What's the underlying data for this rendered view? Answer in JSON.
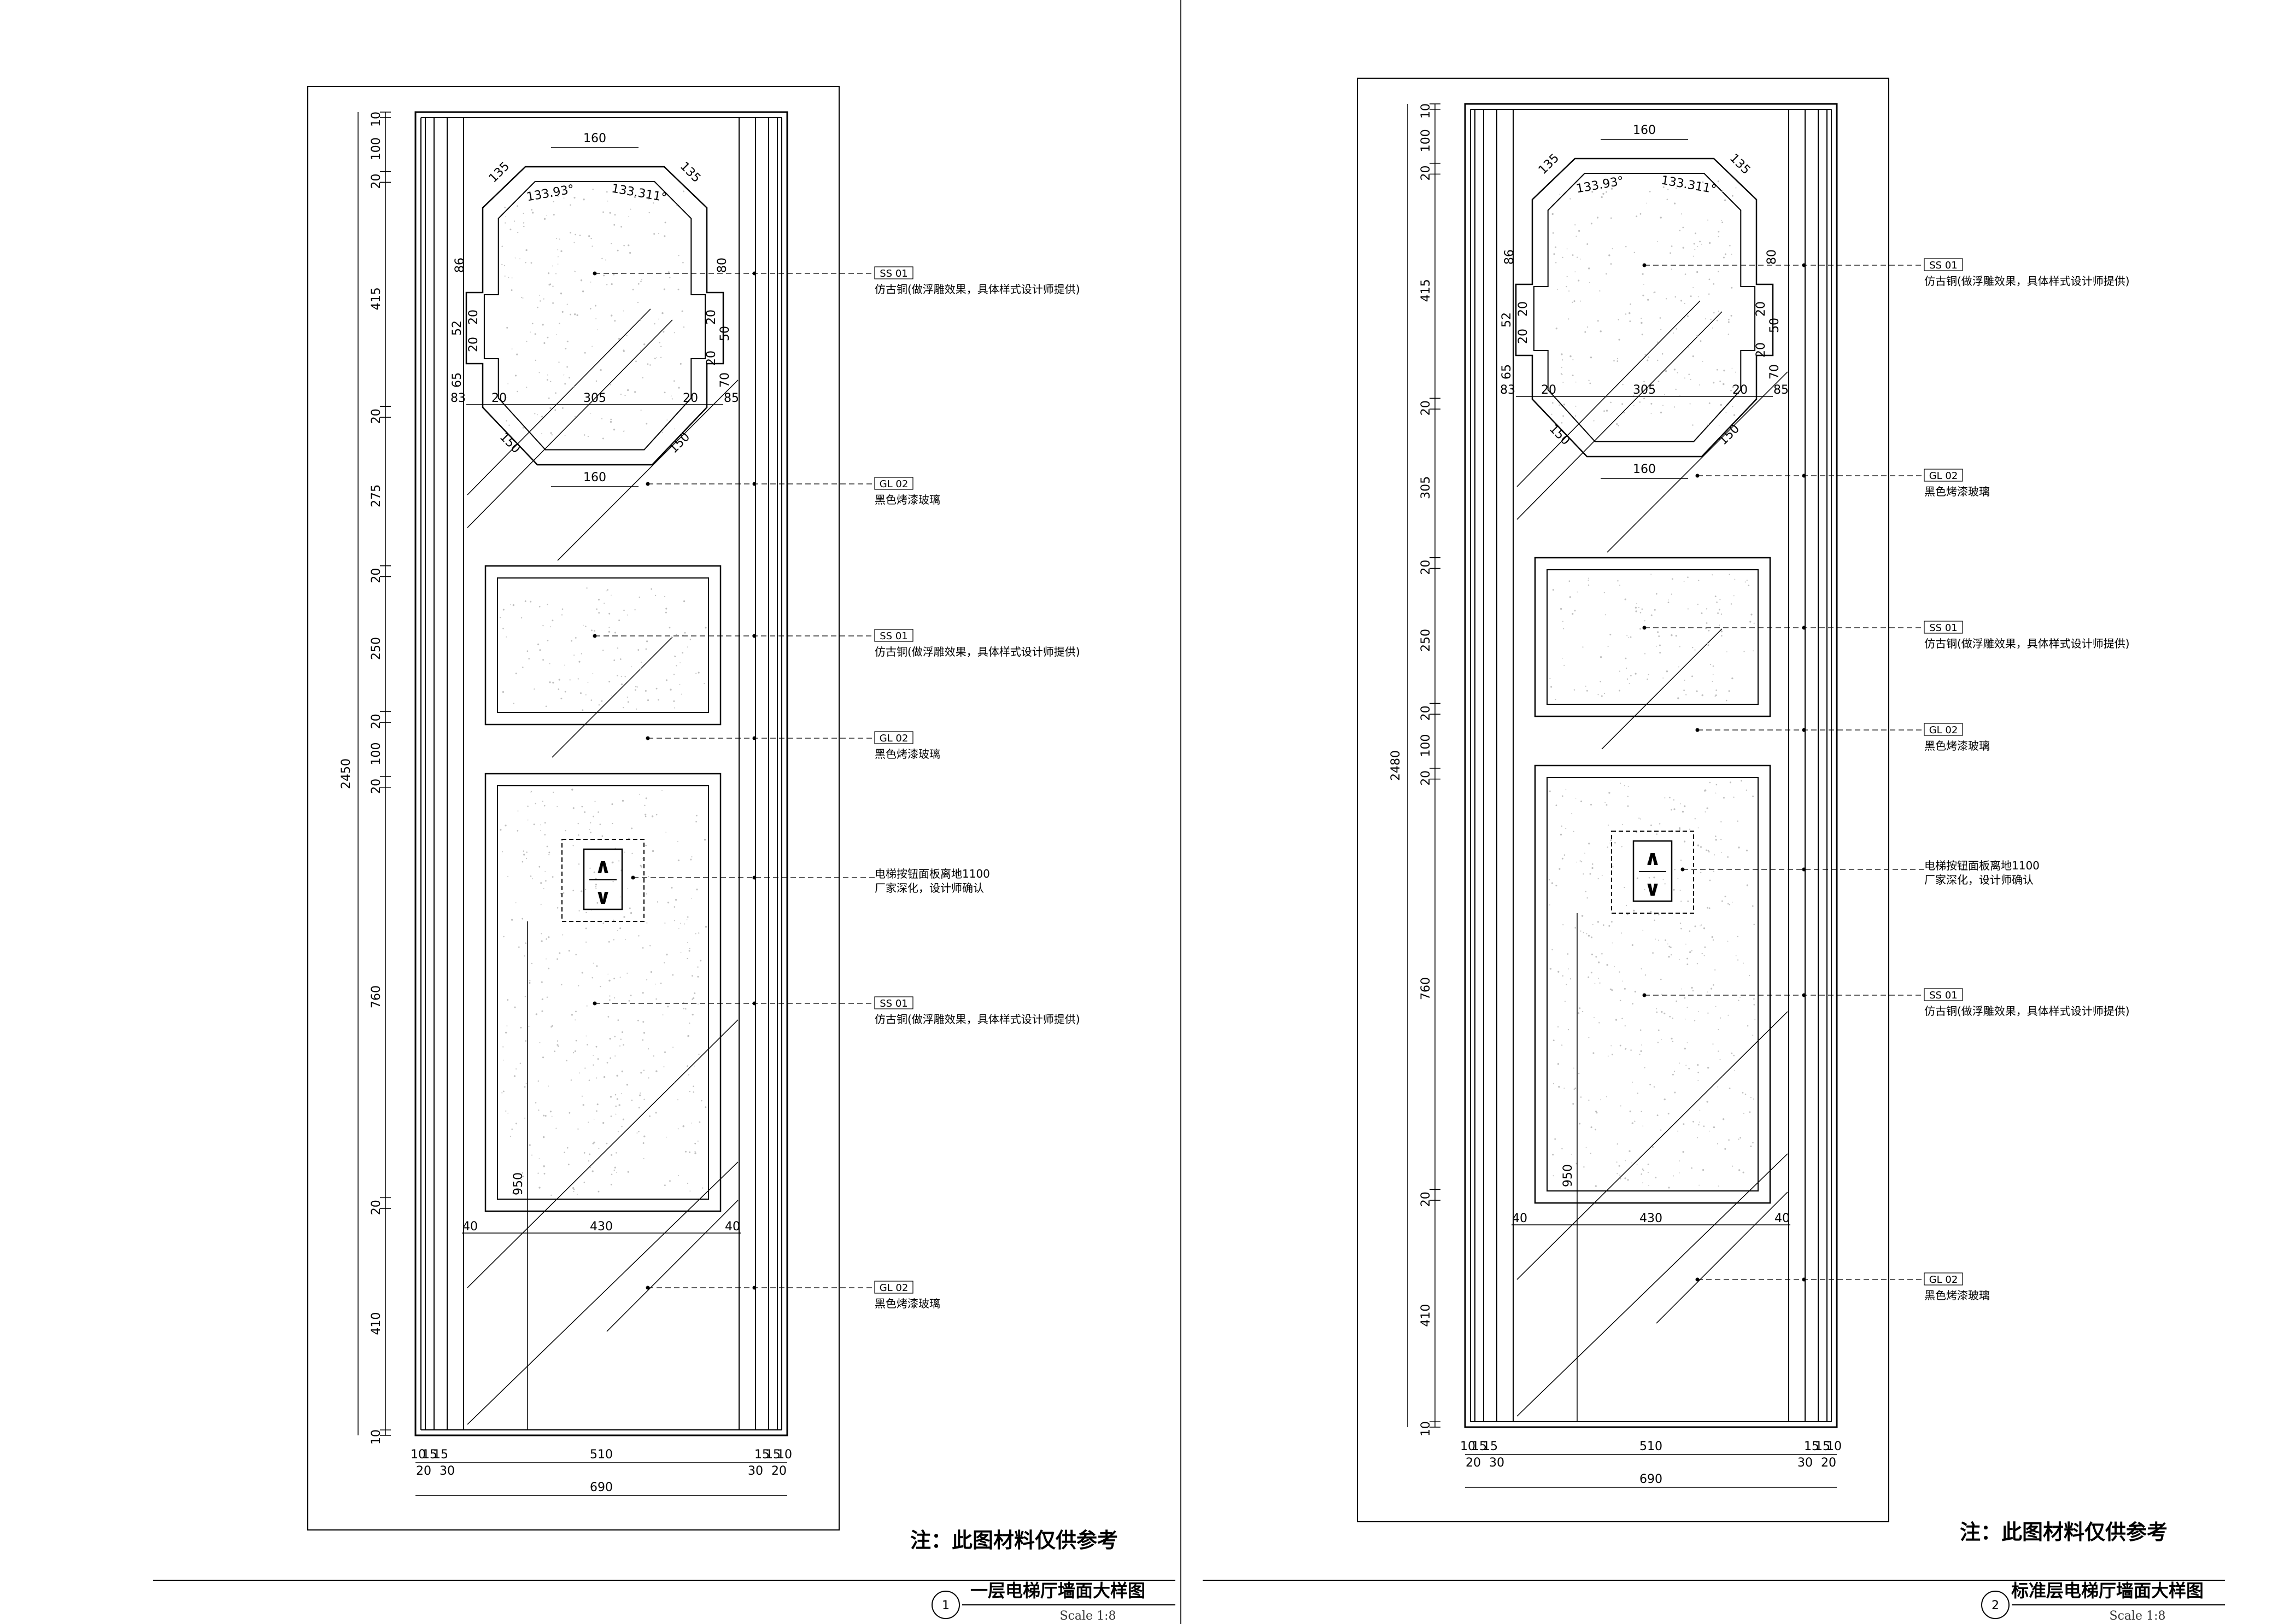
{
  "sheets": [
    {
      "id": "s1",
      "panel_height_label": "2450",
      "left_dims": [
        "10",
        "100",
        "20",
        "415",
        "20",
        "275",
        "20",
        "250",
        "20",
        "100",
        "20",
        "760",
        "20",
        "410",
        "10"
      ],
      "octagon": {
        "top": "160",
        "bottom": "160",
        "diag_top_left": "135",
        "diag_top_right": "135",
        "angle_left": "133.93°",
        "angle_right": "133.311°",
        "left_86": "86",
        "left_20a": "20",
        "left_52": "52",
        "left_20b": "20",
        "left_65": "65",
        "right_80": "80",
        "right_20a": "20",
        "right_50": "50",
        "right_20b": "20",
        "right_70": "70",
        "bottom_83": "83",
        "bottom_20a": "20",
        "bottom_305": "305",
        "bottom_20b": "20",
        "bottom_85": "85",
        "diag_bottom_left": "150",
        "diag_bottom_right": "150"
      },
      "lower_dims": {
        "d40a": "40",
        "d430": "430",
        "d40b": "40",
        "d950": "950"
      },
      "bottom_dims": {
        "top_row": [
          "10",
          "15",
          "15",
          "510",
          "15",
          "15",
          "10"
        ],
        "mid_row": [
          "20",
          "30",
          "30",
          "20"
        ],
        "total": "690"
      },
      "callouts": [
        {
          "code": "SS 01",
          "desc": "仿古铜(做浮雕效果，具体样式设计师提供)"
        },
        {
          "code": "GL 02",
          "desc": "黑色烤漆玻璃"
        },
        {
          "code": "SS 01",
          "desc": "仿古铜(做浮雕效果，具体样式设计师提供)"
        },
        {
          "code": "GL 02",
          "desc": "黑色烤漆玻璃"
        },
        {
          "code": "",
          "desc": "电梯按钮面板离地1100",
          "desc2": "厂家深化，设计师确认"
        },
        {
          "code": "SS 01",
          "desc": "仿古铜(做浮雕效果，具体样式设计师提供)"
        },
        {
          "code": "GL 02",
          "desc": "黑色烤漆玻璃"
        }
      ],
      "note": "注：此图材料仅供参考",
      "title_number": "1",
      "title": "一层电梯厅墙面大样图",
      "scale": "Scale 1:8",
      "button_up": "∧",
      "button_down": "∨"
    },
    {
      "id": "s2",
      "panel_height_label": "2480",
      "left_dims": [
        "10",
        "100",
        "20",
        "415",
        "20",
        "305",
        "20",
        "250",
        "20",
        "100",
        "20",
        "760",
        "20",
        "410",
        "10"
      ],
      "octagon": {
        "top": "160",
        "bottom": "160",
        "diag_top_left": "135",
        "diag_top_right": "135",
        "angle_left": "133.93°",
        "angle_right": "133.311°",
        "left_86": "86",
        "left_20a": "20",
        "left_52": "52",
        "left_20b": "20",
        "left_65": "65",
        "right_80": "80",
        "right_20a": "20",
        "right_50": "50",
        "right_20b": "20",
        "right_70": "70",
        "bottom_83": "83",
        "bottom_20a": "20",
        "bottom_305": "305",
        "bottom_20b": "20",
        "bottom_85": "85",
        "diag_bottom_left": "150",
        "diag_bottom_right": "150"
      },
      "lower_dims": {
        "d40a": "40",
        "d430": "430",
        "d40b": "40",
        "d950": "950"
      },
      "bottom_dims": {
        "top_row": [
          "10",
          "15",
          "15",
          "510",
          "15",
          "15",
          "10"
        ],
        "mid_row": [
          "20",
          "30",
          "30",
          "20"
        ],
        "total": "690"
      },
      "callouts": [
        {
          "code": "SS 01",
          "desc": "仿古铜(做浮雕效果，具体样式设计师提供)"
        },
        {
          "code": "GL 02",
          "desc": "黑色烤漆玻璃"
        },
        {
          "code": "SS 01",
          "desc": "仿古铜(做浮雕效果，具体样式设计师提供)"
        },
        {
          "code": "GL 02",
          "desc": "黑色烤漆玻璃"
        },
        {
          "code": "",
          "desc": "电梯按钮面板离地1100",
          "desc2": "厂家深化，设计师确认"
        },
        {
          "code": "SS 01",
          "desc": "仿古铜(做浮雕效果，具体样式设计师提供)"
        },
        {
          "code": "GL 02",
          "desc": "黑色烤漆玻璃"
        }
      ],
      "note": "注：此图材料仅供参考",
      "title_number": "2",
      "title": "标准层电梯厅墙面大样图",
      "scale": "Scale 1:8",
      "button_up": "∧",
      "button_down": "∨"
    }
  ]
}
